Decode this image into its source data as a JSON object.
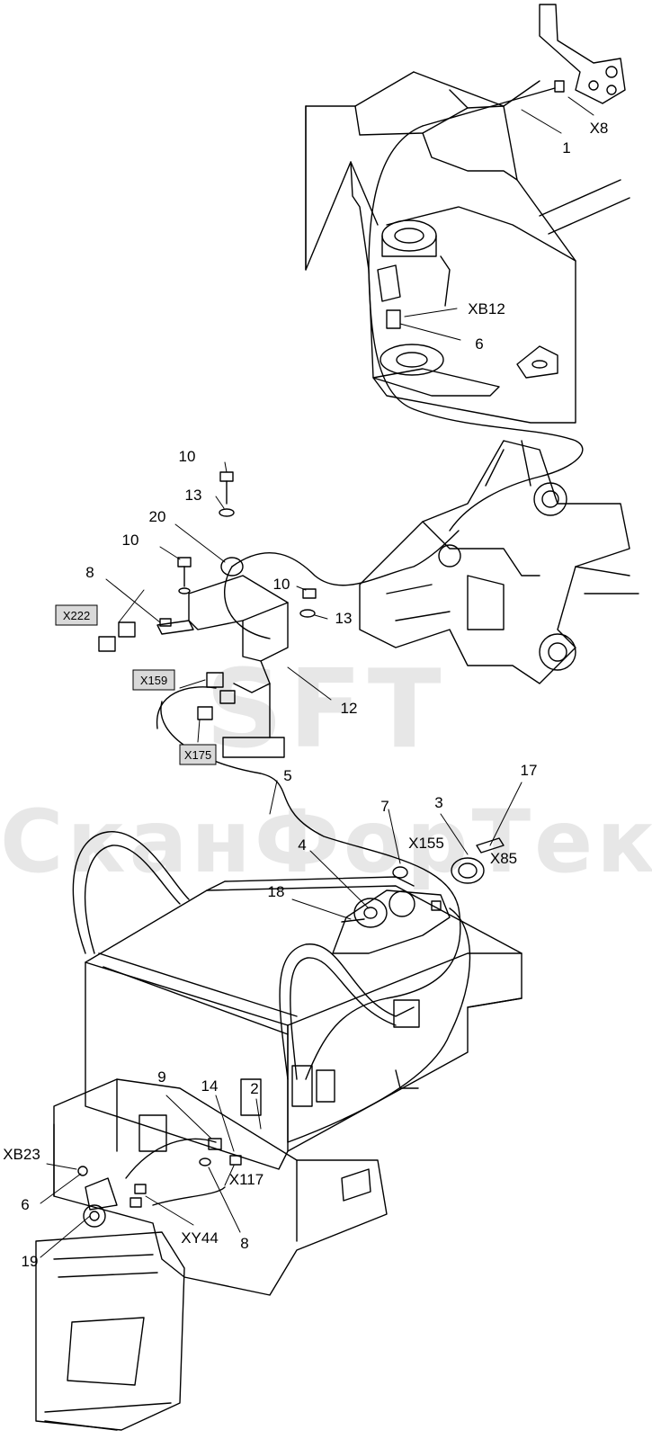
{
  "watermark": {
    "logo": "SFT",
    "name": "СканФорТек"
  },
  "colors": {
    "line": "#000000",
    "callout_box_fill": "#d9d9d9",
    "watermark": "#aaaaaa"
  },
  "callouts": [
    {
      "id": "c-1",
      "text": "1"
    },
    {
      "id": "c-x8",
      "text": "X8"
    },
    {
      "id": "c-xb12",
      "text": "XB12"
    },
    {
      "id": "c-6a",
      "text": "6"
    },
    {
      "id": "c-10a",
      "text": "10"
    },
    {
      "id": "c-13a",
      "text": "13"
    },
    {
      "id": "c-20",
      "text": "20"
    },
    {
      "id": "c-10b",
      "text": "10"
    },
    {
      "id": "c-8a",
      "text": "8"
    },
    {
      "id": "c-10c",
      "text": "10"
    },
    {
      "id": "c-13b",
      "text": "13"
    },
    {
      "id": "c-12",
      "text": "12"
    },
    {
      "id": "c-5",
      "text": "5"
    },
    {
      "id": "c-17",
      "text": "17"
    },
    {
      "id": "c-3",
      "text": "3"
    },
    {
      "id": "c-7",
      "text": "7"
    },
    {
      "id": "c-x155",
      "text": "X155"
    },
    {
      "id": "c-4",
      "text": "4"
    },
    {
      "id": "c-x85",
      "text": "X85"
    },
    {
      "id": "c-18",
      "text": "18"
    },
    {
      "id": "c-9",
      "text": "9"
    },
    {
      "id": "c-14",
      "text": "14"
    },
    {
      "id": "c-2",
      "text": "2"
    },
    {
      "id": "c-xb23",
      "text": "XB23"
    },
    {
      "id": "c-x117",
      "text": "X117"
    },
    {
      "id": "c-6b",
      "text": "6"
    },
    {
      "id": "c-xy44",
      "text": "XY44"
    },
    {
      "id": "c-8b",
      "text": "8"
    },
    {
      "id": "c-19",
      "text": "19"
    }
  ],
  "boxed_callouts": [
    {
      "id": "b-x222",
      "text": "X222"
    },
    {
      "id": "b-x159",
      "text": "X159"
    },
    {
      "id": "b-x175",
      "text": "X175"
    }
  ]
}
